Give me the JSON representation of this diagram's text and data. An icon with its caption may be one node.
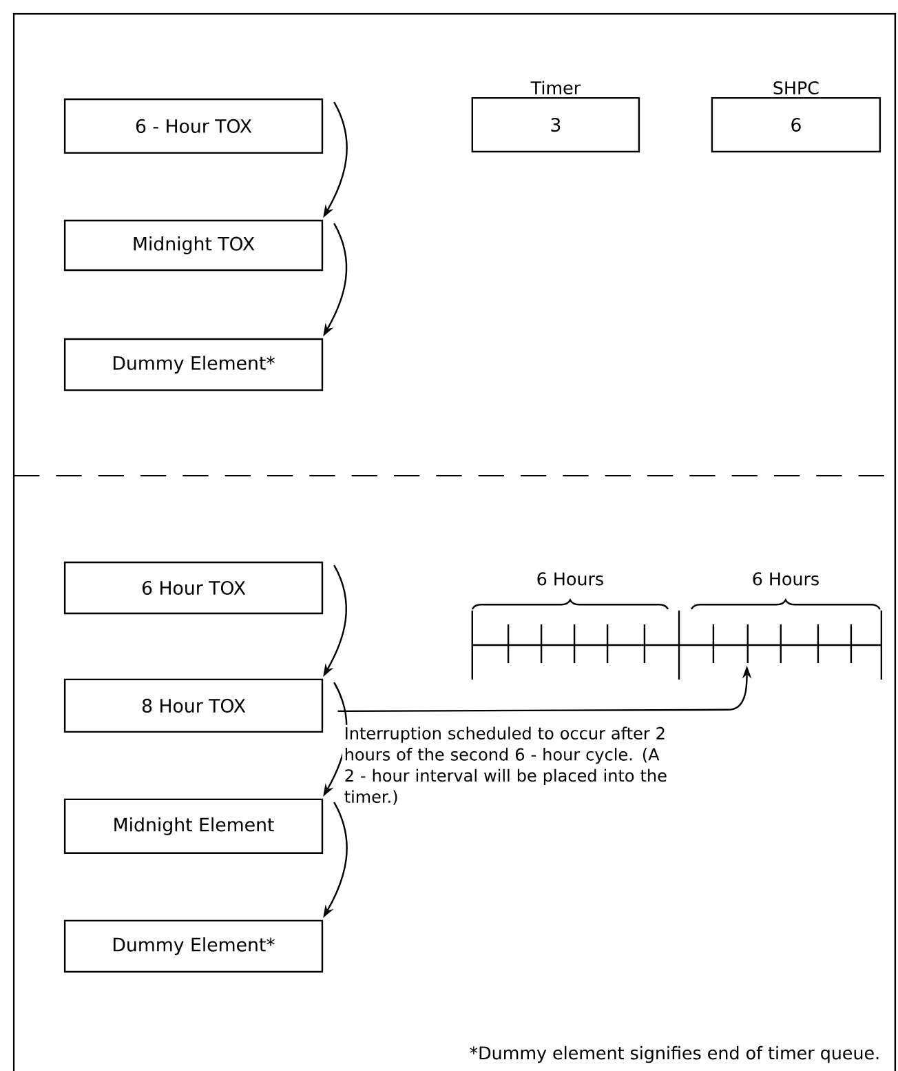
{
  "diagram": {
    "nodes": [
      {
        "text": [
          "6 - Hour TOX"
        ]
      },
      {
        "text": [
          "Midnight TOX"
        ]
      },
      {
        "text": [
          "Dummy Element*"
        ]
      },
      {
        "text": [
          "Timer",
          "3"
        ]
      },
      {
        "text": [
          "SHPC",
          "6"
        ]
      },
      {
        "text": [
          "6 Hour TOX"
        ]
      },
      {
        "text": [
          "8 Hour TOX"
        ]
      },
      {
        "text": [
          "Midnight Element"
        ]
      },
      {
        "text": [
          "Dummy Element*"
        ]
      },
      {
        "text": [],
        "shape": "picture"
      }
    ],
    "edges": [
      {
        "from": 0,
        "to": 1,
        "arrow": "to"
      },
      {
        "from": 1,
        "to": 2,
        "arrow": "to"
      },
      {
        "from": 5,
        "to": 6,
        "arrow": "to"
      },
      {
        "from": 6,
        "to": 7,
        "arrow": "to"
      },
      {
        "from": 7,
        "to": 8,
        "arrow": "to"
      },
      {
        "from": 6,
        "to": 9,
        "arrow": "to",
        "label": "Interruption scheduled to occur after 2 hours of the second 6 - hour cycle. (A 2 - hour interval will be placed into the timer.)"
      }
    ],
    "labels": [
      "6 Hours",
      "6 Hours",
      "*Dummy element signifies end of timer queue."
    ]
  }
}
